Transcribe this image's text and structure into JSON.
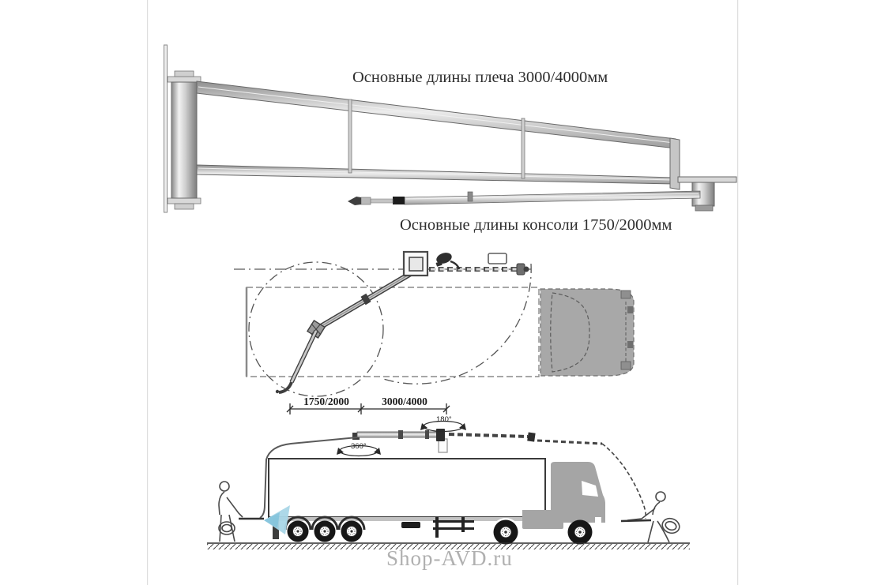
{
  "page": {
    "background": "#ffffff",
    "watermark": "Shop-AVD.ru"
  },
  "captions": {
    "arm": "Основные длины плеча 3000/4000мм",
    "console": "Основные длины консоли 1750/2000мм"
  },
  "dimensions": {
    "console_range": "1750/2000",
    "arm_range": "3000/4000"
  },
  "angles": {
    "pivot_rotation": "180°",
    "elbow_rotation": "360°"
  },
  "colors": {
    "drawing_line": "#3f3f3f",
    "metal_light": "#ececec",
    "metal_dark": "#8f8f8f",
    "truck_gray": "#a5a5a5",
    "spray_blue": "#a9d6e7",
    "watermark_gray": "#b0b0b0"
  }
}
